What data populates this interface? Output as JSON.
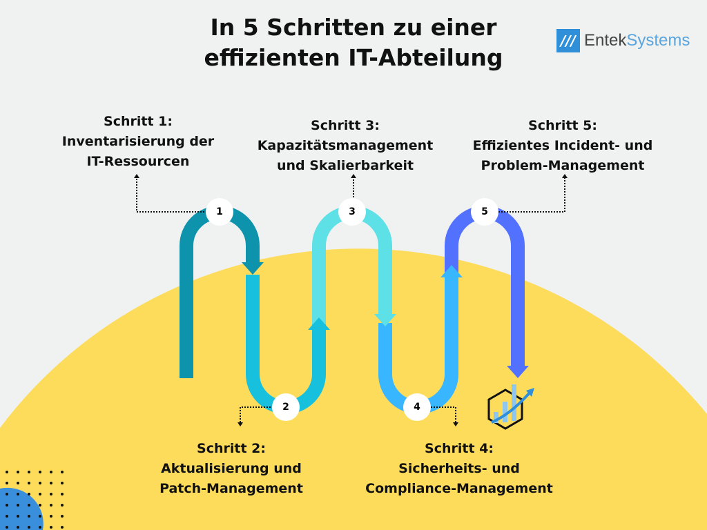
{
  "title": {
    "line1": "In 5 Schritten zu einer",
    "line2": "effizienten IT-Abteilung"
  },
  "logo": {
    "mark": "///",
    "part1": "Entek",
    "part2": "Systems"
  },
  "steps": [
    {
      "number": "1",
      "heading": "Schritt 1:",
      "line1": "Inventarisierung der",
      "line2": "IT-Ressourcen",
      "color": "#0e93ad"
    },
    {
      "number": "2",
      "heading": "Schritt 2:",
      "line1": "Aktualisierung und",
      "line2": "Patch-Management",
      "color": "#17c0dc"
    },
    {
      "number": "3",
      "heading": "Schritt 3:",
      "line1": "Kapazitätsmanagement",
      "line2": "und Skalierbarkeit",
      "color": "#5de0e6"
    },
    {
      "number": "4",
      "heading": "Schritt 4:",
      "line1": "Sicherheits- und",
      "line2": "Compliance-Management",
      "color": "#38b6ff"
    },
    {
      "number": "5",
      "heading": "Schritt 5:",
      "line1": "Effizientes Incident- und",
      "line2": "Problem-Management",
      "color": "#5271ff"
    }
  ],
  "colors": {
    "background": "#f0f1f1",
    "yellow": "#fddc5c",
    "blob": "#3a8fdc"
  }
}
